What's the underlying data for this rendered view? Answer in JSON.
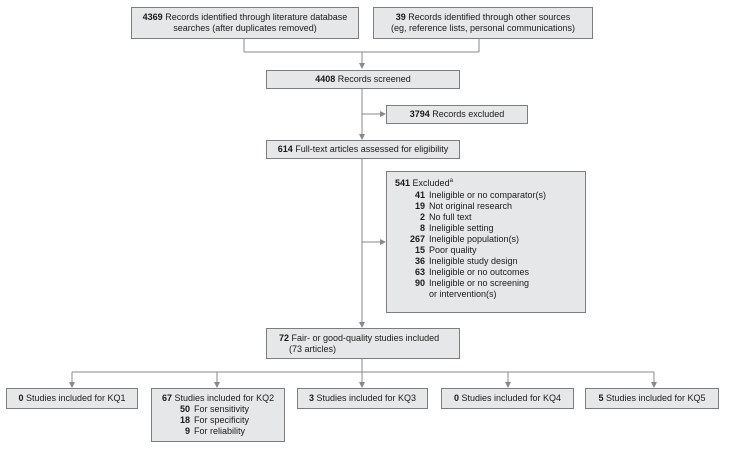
{
  "top_left": {
    "num": "4369",
    "line1": "Records identified through literature database",
    "line2": "searches (after duplicates removed)"
  },
  "top_right": {
    "num": "39",
    "line1": "Records identified through other sources",
    "line2": "(eg, reference lists, personal communications)"
  },
  "screened": {
    "num": "4408",
    "text": "Records screened"
  },
  "excluded1": {
    "num": "3794",
    "text": "Records excluded"
  },
  "fulltext": {
    "num": "614",
    "text": "Full-text articles assessed for eligibility"
  },
  "excluded2": {
    "num": "541",
    "text": "Excluded",
    "sup": "a",
    "items": [
      {
        "n": "41",
        "label": "Ineligible or no comparator(s)"
      },
      {
        "n": "19",
        "label": "Not original research"
      },
      {
        "n": "2",
        "label": "No full text"
      },
      {
        "n": "8",
        "label": "Ineligible setting"
      },
      {
        "n": "267",
        "label": "Ineligible population(s)"
      },
      {
        "n": "15",
        "label": "Poor quality"
      },
      {
        "n": "36",
        "label": "Ineligible study design"
      },
      {
        "n": "63",
        "label": "Ineligible or no outcomes"
      },
      {
        "n": "90",
        "label": "Ineligible or no screening",
        "label2": "or intervention(s)"
      }
    ]
  },
  "included": {
    "num": "72",
    "line1": "Fair- or good-quality studies included",
    "line2": "(73 articles)"
  },
  "kq1": {
    "num": "0",
    "text": "Studies included for KQ1"
  },
  "kq2": {
    "num": "67",
    "text": "Studies included for KQ2",
    "items": [
      {
        "n": "50",
        "label": "For sensitivity"
      },
      {
        "n": "18",
        "label": "For specificity"
      },
      {
        "n": "9",
        "label": "For reliability"
      }
    ]
  },
  "kq3": {
    "num": "3",
    "text": "Studies included for KQ3"
  },
  "kq4": {
    "num": "0",
    "text": "Studies included for KQ4"
  },
  "kq5": {
    "num": "5",
    "text": "Studies included for KQ5"
  },
  "colors": {
    "box_fill": "#e6e7e8",
    "box_border": "#7d7d7d",
    "connector": "#8a8a8a"
  }
}
